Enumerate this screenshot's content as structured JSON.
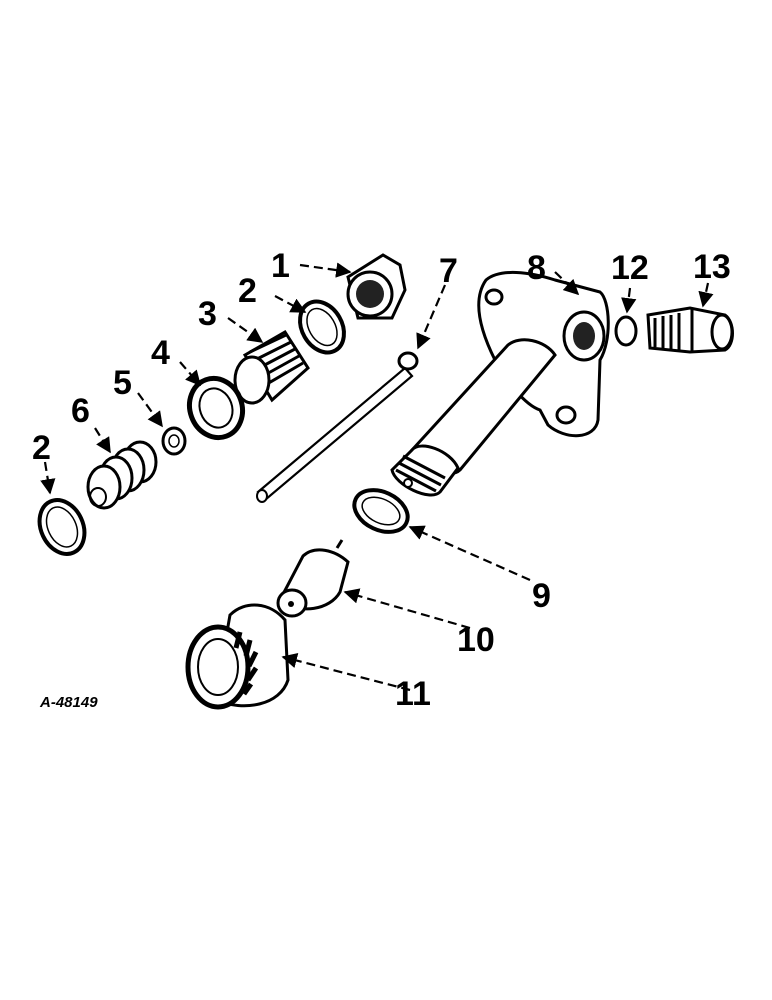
{
  "callouts": [
    "1",
    "2",
    "3",
    "4",
    "5",
    "6",
    "7",
    "8",
    "9",
    "10",
    "11",
    "12",
    "13",
    "2"
  ],
  "reference": "A-48149"
}
